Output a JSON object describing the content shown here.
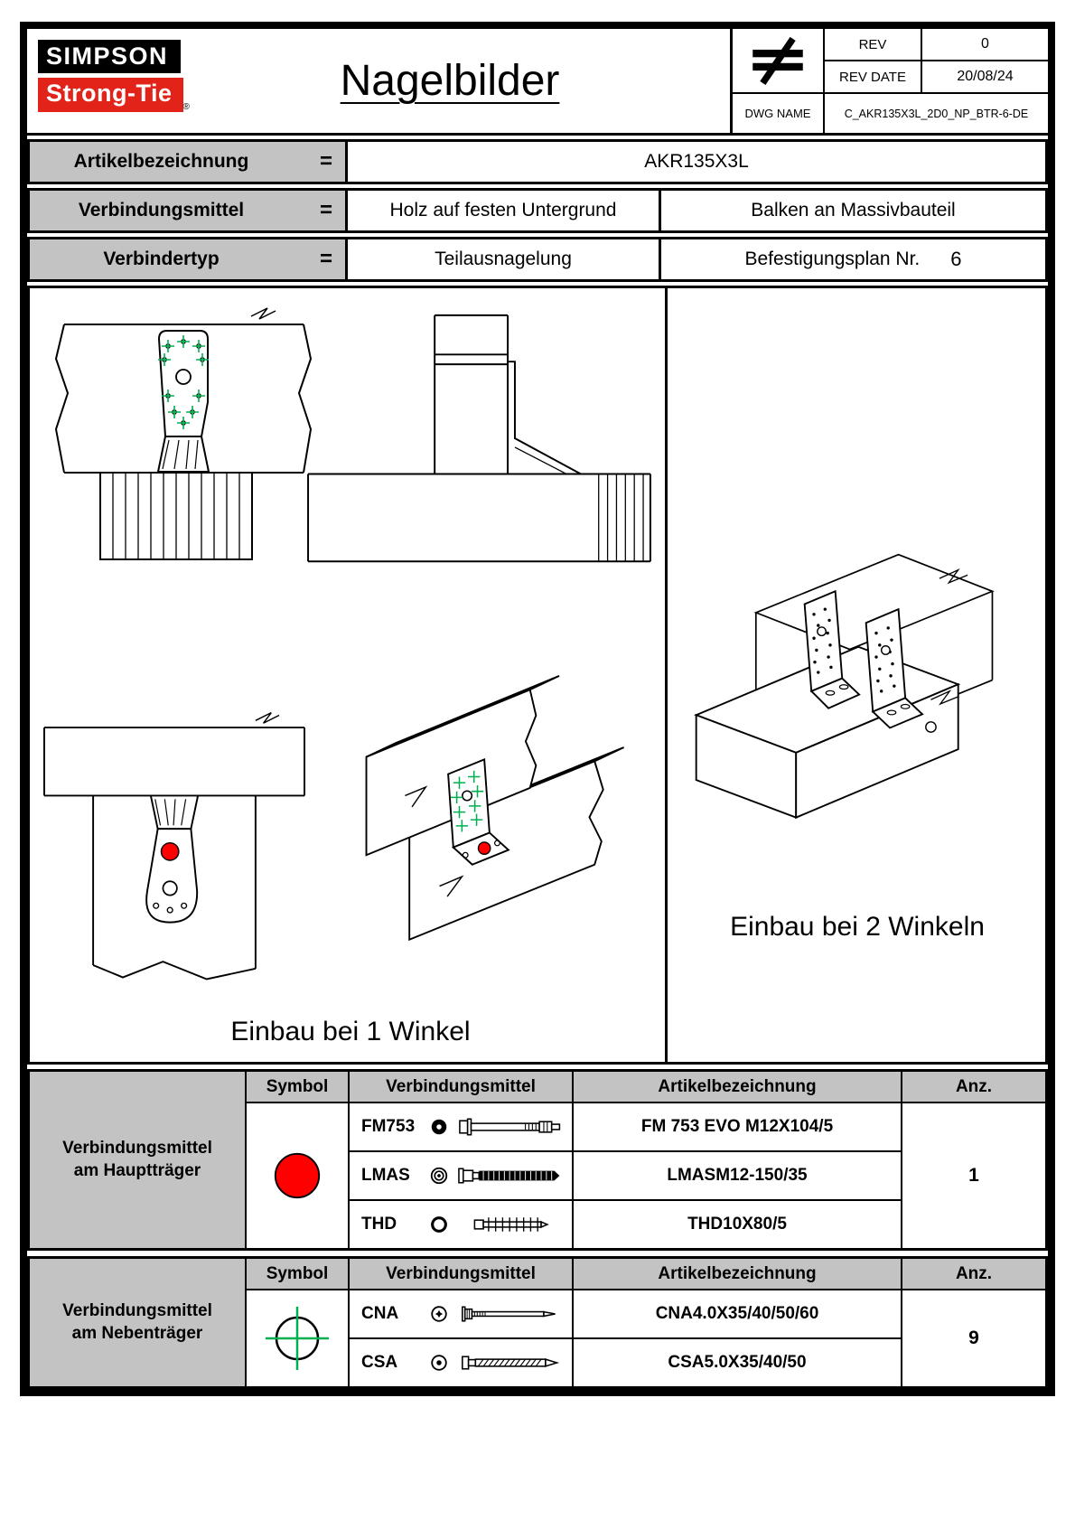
{
  "header": {
    "logo_line1": "SIMPSON",
    "logo_line2": "Strong-Tie",
    "logo_reg": "®",
    "title": "Nagelbilder",
    "rev_label": "REV",
    "rev_value": "0",
    "rev_date_label": "REV DATE",
    "rev_date_value": "20/08/24",
    "dwg_label": "DWG NAME",
    "dwg_value": "C_AKR135X3L_2D0_NP_BTR-6-DE"
  },
  "info_rows": [
    {
      "label": "Artikelbezeichnung",
      "eq": "=",
      "value": "AKR135X3L"
    },
    {
      "label": "Verbindungsmittel",
      "eq": "=",
      "value_left": "Holz auf festen Untergrund",
      "value_right": "Balken an Massivbauteil"
    },
    {
      "label": "Verbindertyp",
      "eq": "=",
      "value_left": "Teilausnagelung",
      "value_right_label": "Befestigungsplan Nr.",
      "value_right_number": "6"
    }
  ],
  "drawings": {
    "caption_one": "Einbau bei 1 Winkel",
    "caption_two": "Einbau bei 2 Winkeln"
  },
  "tables": [
    {
      "group_label_line1": "Verbindungsmittel",
      "group_label_line2": "am Hauptträger",
      "col_symbol": "Symbol",
      "col_fastener": "Verbindungsmittel",
      "col_article": "Artikelbezeichnung",
      "col_qty": "Anz.",
      "symbol": "red-filled-circle",
      "qty": "1",
      "rows": [
        {
          "code": "FM753",
          "article": "FM 753 EVO M12X104/5"
        },
        {
          "code": "LMAS",
          "article": "LMASM12-150/35"
        },
        {
          "code": "THD",
          "article": "THD10X80/5"
        }
      ]
    },
    {
      "group_label_line1": "Verbindungsmittel",
      "group_label_line2": "am Nebenträger",
      "col_symbol": "Symbol",
      "col_fastener": "Verbindungsmittel",
      "col_article": "Artikelbezeichnung",
      "col_qty": "Anz.",
      "symbol": "green-crosshair-circle",
      "qty": "9",
      "rows": [
        {
          "code": "CNA",
          "article": "CNA4.0X35/40/50/60"
        },
        {
          "code": "CSA",
          "article": "CSA5.0X35/40/50"
        }
      ]
    }
  ],
  "colors": {
    "accent_red": "#ff0000",
    "marker_green": "#00b050",
    "header_gray": "#c3c3c3",
    "logo_red": "#e2231a"
  }
}
